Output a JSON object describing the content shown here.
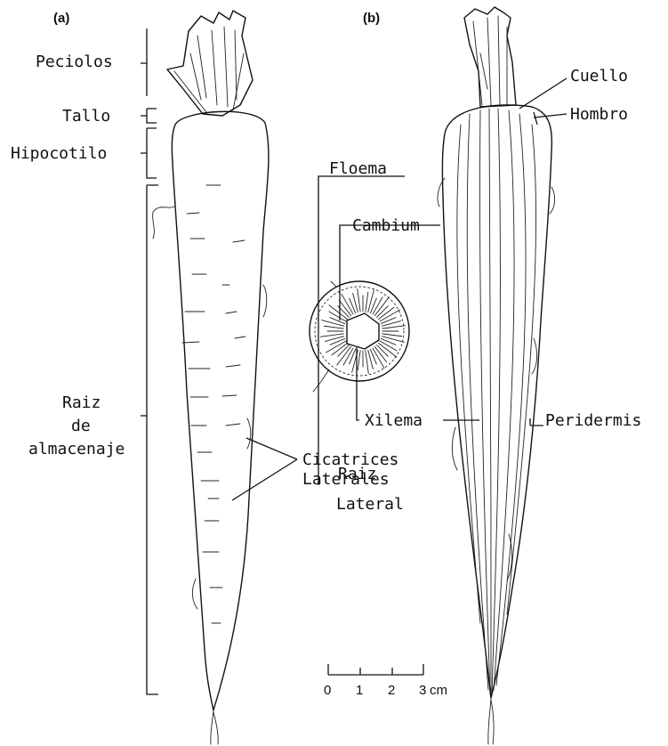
{
  "panels": {
    "a": "(a)",
    "b": "(b)"
  },
  "labels": {
    "peciolos": "Peciolos",
    "tallo": "Tallo",
    "hipocotilo": "Hipocotilo",
    "raiz_almacenaje": [
      "Raiz",
      "de",
      "almacenaje"
    ],
    "cicatrices": [
      "Cicatrices",
      "Laterales"
    ],
    "floema": "Floema",
    "cambium": "Cambium",
    "xilema": "Xilema",
    "raiz_lateral": [
      "Raiz",
      "Lateral"
    ],
    "cuello": "Cuello",
    "hombro": "Hombro",
    "peridermis": "Peridermis"
  },
  "scale_bar": {
    "ticks": [
      "0",
      "1",
      "2",
      "3"
    ],
    "unit": "cm"
  }
}
